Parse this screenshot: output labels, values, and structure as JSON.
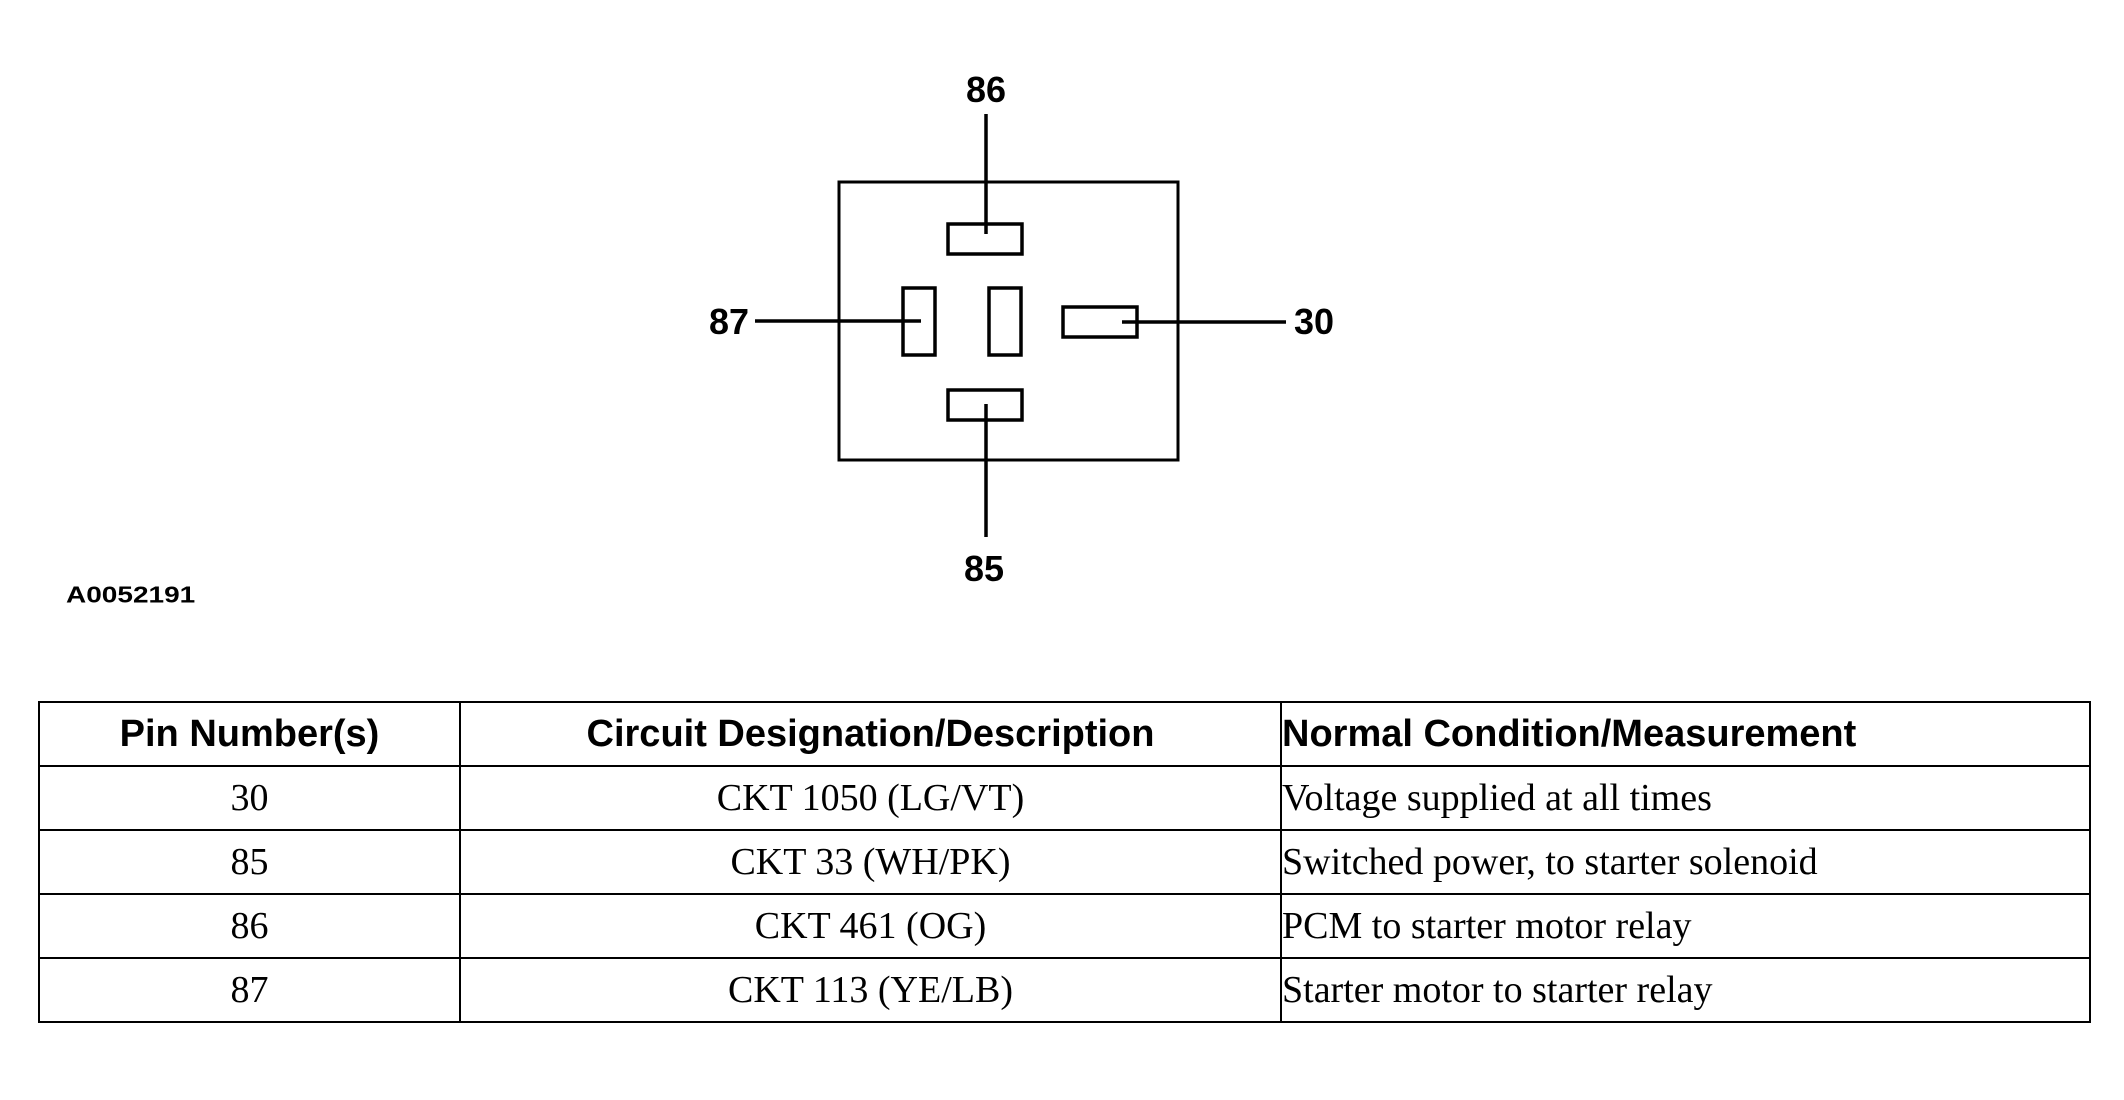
{
  "diagram": {
    "pins": {
      "top": "86",
      "left": "87",
      "right": "30",
      "bottom": "85"
    }
  },
  "figure_id": "A0052191",
  "table": {
    "headers": [
      "Pin Number(s)",
      "Circuit Designation/Description",
      "Normal Condition/Measurement"
    ],
    "rows": [
      [
        "30",
        "CKT 1050 (LG/VT)",
        "Voltage supplied at all times"
      ],
      [
        "85",
        "CKT 33 (WH/PK)",
        "Switched power, to starter solenoid"
      ],
      [
        "86",
        "CKT 461 (OG)",
        "PCM to starter motor relay"
      ],
      [
        "87",
        "CKT 113 (YE/LB)",
        "Starter motor to starter relay"
      ]
    ]
  }
}
